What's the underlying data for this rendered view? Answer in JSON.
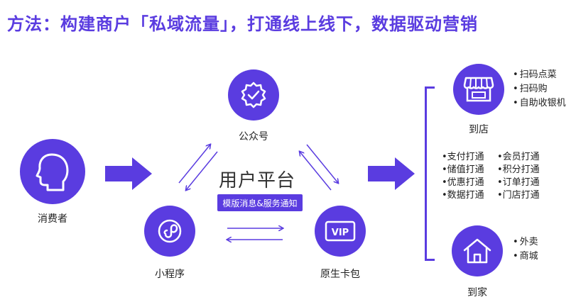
{
  "title": "方法：构建商户「私域流量」，打通线上线下，数据驱动营销",
  "nodes": {
    "consumer": {
      "label": "消费者",
      "icon": "person-head-icon"
    },
    "official_account": {
      "label": "公众号",
      "icon": "verified-badge-icon"
    },
    "mini_program": {
      "label": "小程序",
      "icon": "mini-program-icon"
    },
    "card_wallet": {
      "label": "原生卡包",
      "icon": "vip-card-icon"
    },
    "in_store": {
      "label": "到店",
      "icon": "storefront-icon"
    },
    "home": {
      "label": "到家",
      "icon": "house-icon"
    }
  },
  "platform": {
    "title": "用户平台",
    "badge": "模版消息&服务通知"
  },
  "in_store_features": [
    "扫码点菜",
    "扫码购",
    "自助收银机"
  ],
  "integrations": [
    "支付打通",
    "会员打通",
    "储值打通",
    "积分打通",
    "优惠打通",
    "订单打通",
    "数据打通",
    "门店打通"
  ],
  "home_features": [
    "外卖",
    "商城"
  ],
  "colors": {
    "accent": "#5a3ce0",
    "text": "#222222"
  }
}
